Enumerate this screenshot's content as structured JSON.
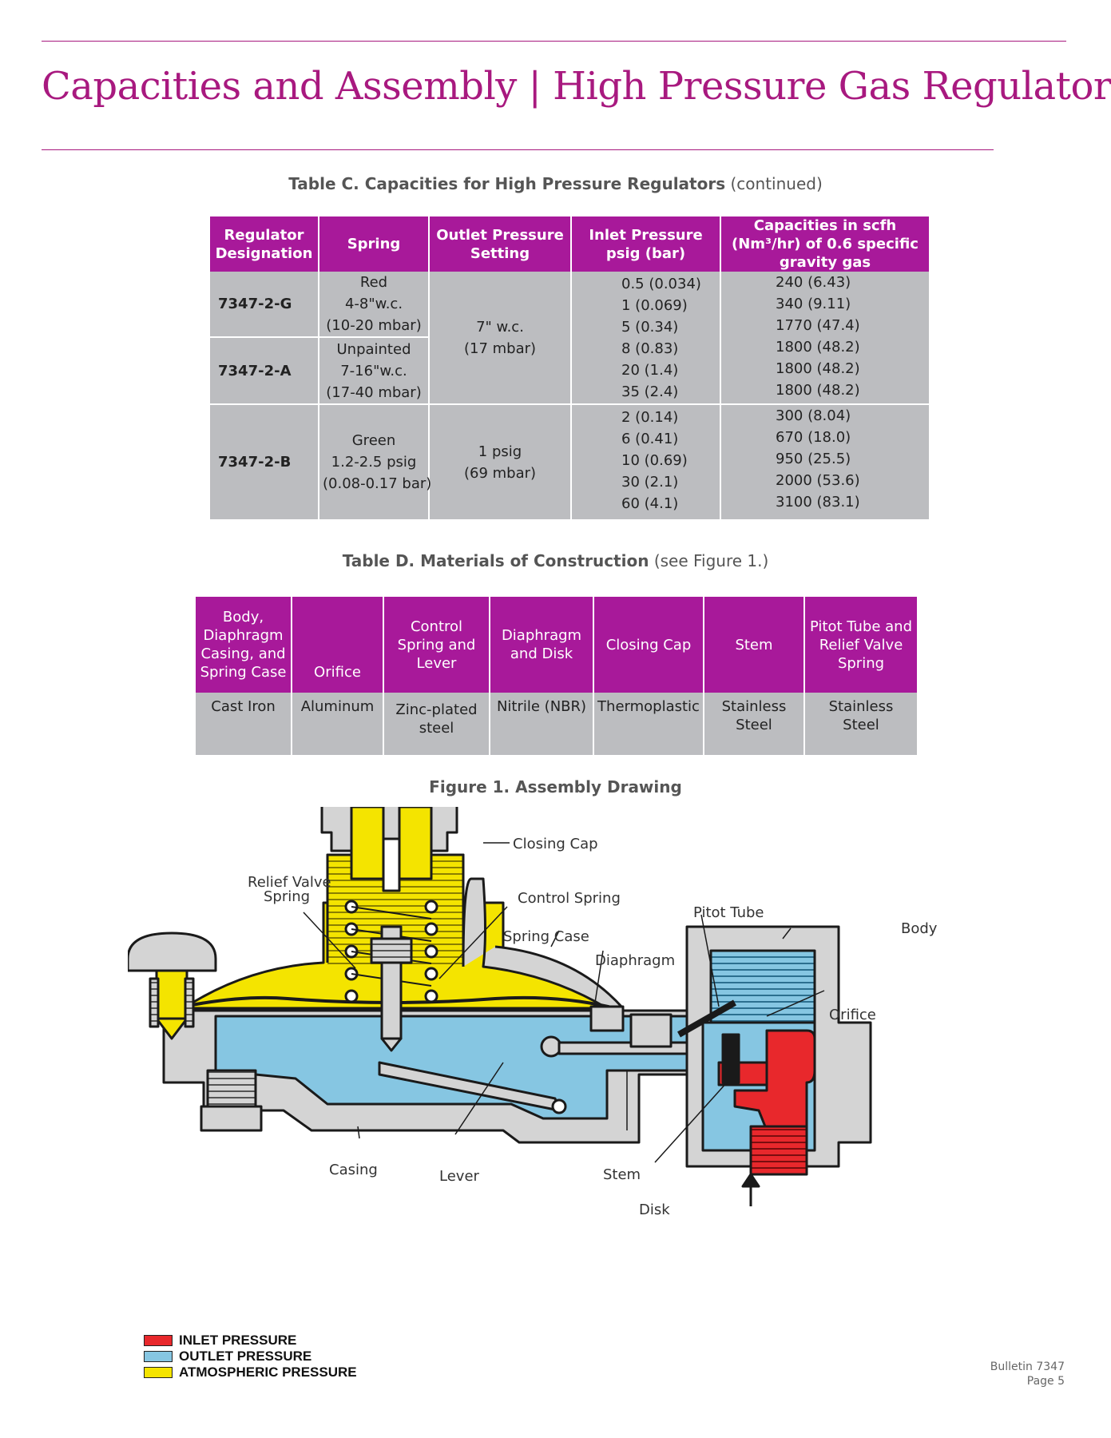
{
  "page": {
    "title": "Capacities and Assembly | High Pressure Gas Regulator",
    "accent_color": "#a8197f"
  },
  "table_c": {
    "caption_bold": "Table C. Capacities for High Pressure Regulators",
    "caption_note": "(continued)",
    "headers": [
      "Regulator Designation",
      "Spring",
      "Outlet Pressure Setting",
      "Inlet Pressure psig (bar)",
      "Capacities in scfh (Nm³/hr) of 0.6 specific gravity gas"
    ],
    "groups": [
      {
        "outlet": [
          "7\" w.c.",
          "(17 mbar)"
        ],
        "inlet": [
          "0.5 (0.034)",
          "1 (0.069)",
          "5 (0.34)",
          "8 (0.83)",
          "20 (1.4)",
          "35 (2.4)"
        ],
        "capacity": [
          "240 (6.43)",
          "340 (9.11)",
          "1770 (47.4)",
          "1800 (48.2)",
          "1800 (48.2)",
          "1800 (48.2)"
        ],
        "regulators": [
          {
            "designation": "7347-2-G",
            "spring": [
              "Red",
              "4-8\"w.c.",
              "(10-20 mbar)"
            ]
          },
          {
            "designation": "7347-2-A",
            "spring": [
              "Unpainted",
              "7-16\"w.c.",
              "(17-40 mbar)"
            ]
          }
        ]
      },
      {
        "outlet": [
          "1 psig",
          "(69 mbar)"
        ],
        "inlet": [
          "2 (0.14)",
          "6 (0.41)",
          "10 (0.69)",
          "30 (2.1)",
          "60 (4.1)"
        ],
        "capacity": [
          "300 (8.04)",
          "670 (18.0)",
          "950 (25.5)",
          "2000 (53.6)",
          "3100 (83.1)"
        ],
        "regulators": [
          {
            "designation": "7347-2-B",
            "spring": [
              "Green",
              "1.2-2.5 psig",
              "(0.08-0.17 bar)"
            ]
          }
        ]
      }
    ]
  },
  "table_d": {
    "caption_bold": "Table D. Materials of Construction",
    "caption_note": "(see Figure 1.)",
    "headers": [
      "Body, Diaphragm Casing, and Spring Case",
      "Orifice",
      "Control Spring and Lever",
      "Diaphragm and Disk",
      "Closing Cap",
      "Stem",
      "Pitot Tube and Relief Valve Spring"
    ],
    "values": [
      "Cast Iron",
      "Aluminum",
      "Zinc-plated steel",
      "Nitrile (NBR)",
      "Thermoplastic",
      "Stainless Steel",
      "Stainless Steel"
    ]
  },
  "figure": {
    "caption": "Figure 1. Assembly Drawing",
    "labels": {
      "closing_cap": "Closing Cap",
      "relief_valve_spring_1": "Relief Valve",
      "relief_valve_spring_2": "Spring",
      "control_spring": "Control Spring",
      "spring_case": "Spring Case",
      "pitot_tube": "Pitot Tube",
      "body": "Body",
      "diaphragm": "Diaphragm",
      "orifice": "Orifice",
      "casing": "Casing",
      "lever": "Lever",
      "stem": "Stem",
      "disk": "Disk"
    },
    "colors": {
      "inlet": "#e8282c",
      "outlet": "#86c6e2",
      "atmospheric": "#f4e400",
      "body": "#d4d4d4"
    },
    "legend": [
      {
        "label": "INLET PRESSURE",
        "color": "#e8282c"
      },
      {
        "label": "OUTLET PRESSURE",
        "color": "#86c6e2"
      },
      {
        "label": "ATMOSPHERIC PRESSURE",
        "color": "#f4e400"
      }
    ]
  },
  "footer": {
    "bulletin": "Bulletin 7347",
    "page": "Page 5"
  }
}
